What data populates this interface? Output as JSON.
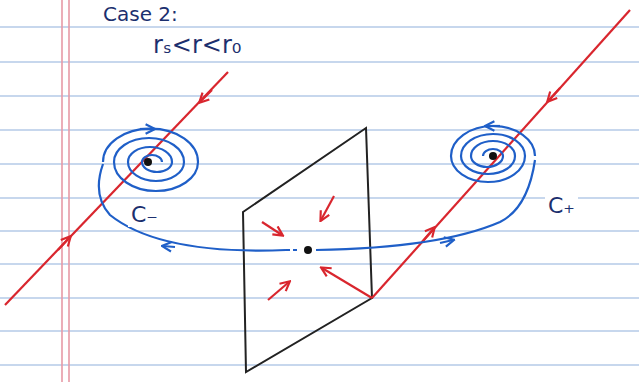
{
  "diagram": {
    "labels": [
      "Case 2:",
      "rₛ<r<r₀",
      "C₋",
      "C₊"
    ]
  }
}
